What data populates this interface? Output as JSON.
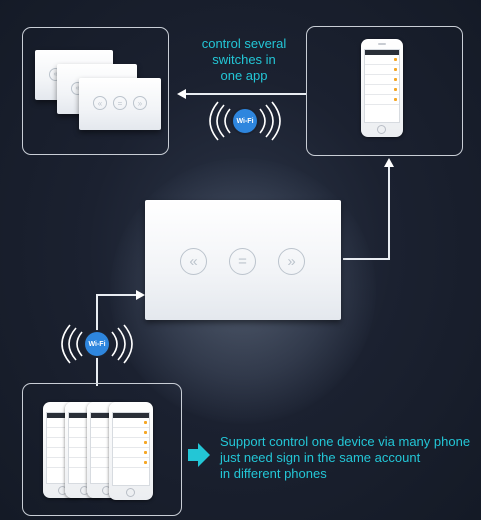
{
  "captions": {
    "top_line1": "control several",
    "top_line2": "switches in",
    "top_line3": "one app",
    "bottom_line1": "Support control one device via many phone",
    "bottom_line2": "just need sign in the same account",
    "bottom_line3": "in different phones"
  },
  "wifi_badge_label": "Wi-Fi",
  "switch_buttons": [
    "«",
    "=",
    "»"
  ],
  "colors": {
    "background": "#1b2130",
    "frame": "#c9ced6",
    "caption": "#23c6d6",
    "wifi": "#2e86de",
    "accent": "#f5a623"
  },
  "icons": {
    "left_button": "double-chevron-left-icon",
    "center_button": "equals-icon",
    "right_button": "double-chevron-right-icon",
    "wifi": "wifi-signal-icon",
    "pointer": "arrow-right-icon"
  }
}
